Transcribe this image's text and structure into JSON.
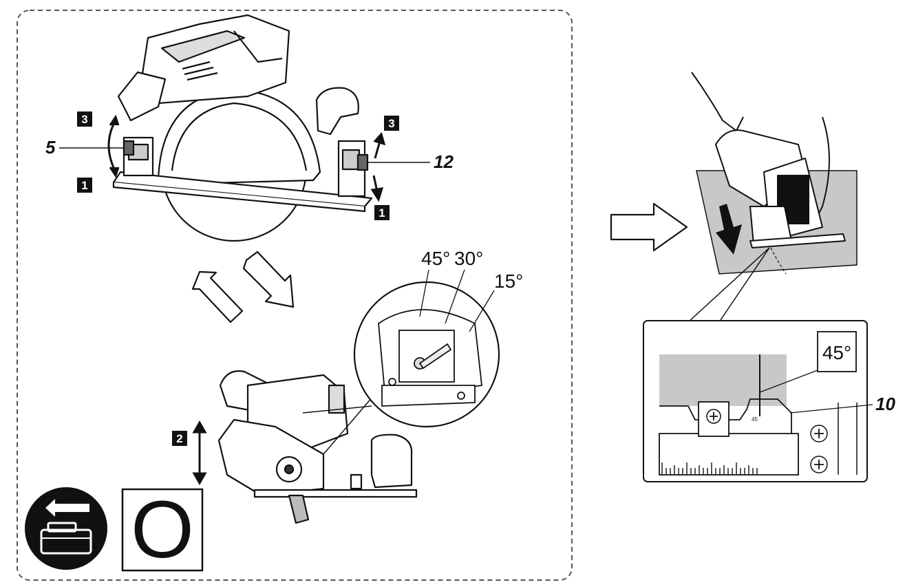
{
  "left_panel": {
    "callouts": {
      "lock_lever": "5",
      "front_lever": "12"
    },
    "steps": {
      "left_top": "3",
      "left_bottom": "1",
      "right_top": "3",
      "right_bottom": "1",
      "tilt": "2"
    },
    "bevel_angles": [
      "45°",
      "30°",
      "15°"
    ],
    "position_label": "O"
  },
  "right_panel": {
    "bevel_angle": "45°",
    "scale_mark": "45",
    "callout": "10"
  },
  "colors": {
    "line": "#111111",
    "board": "#c8c8c8",
    "dashed_border": "#555555"
  },
  "icons": [
    "battery-removed-icon",
    "hollow-arrow-icon"
  ]
}
